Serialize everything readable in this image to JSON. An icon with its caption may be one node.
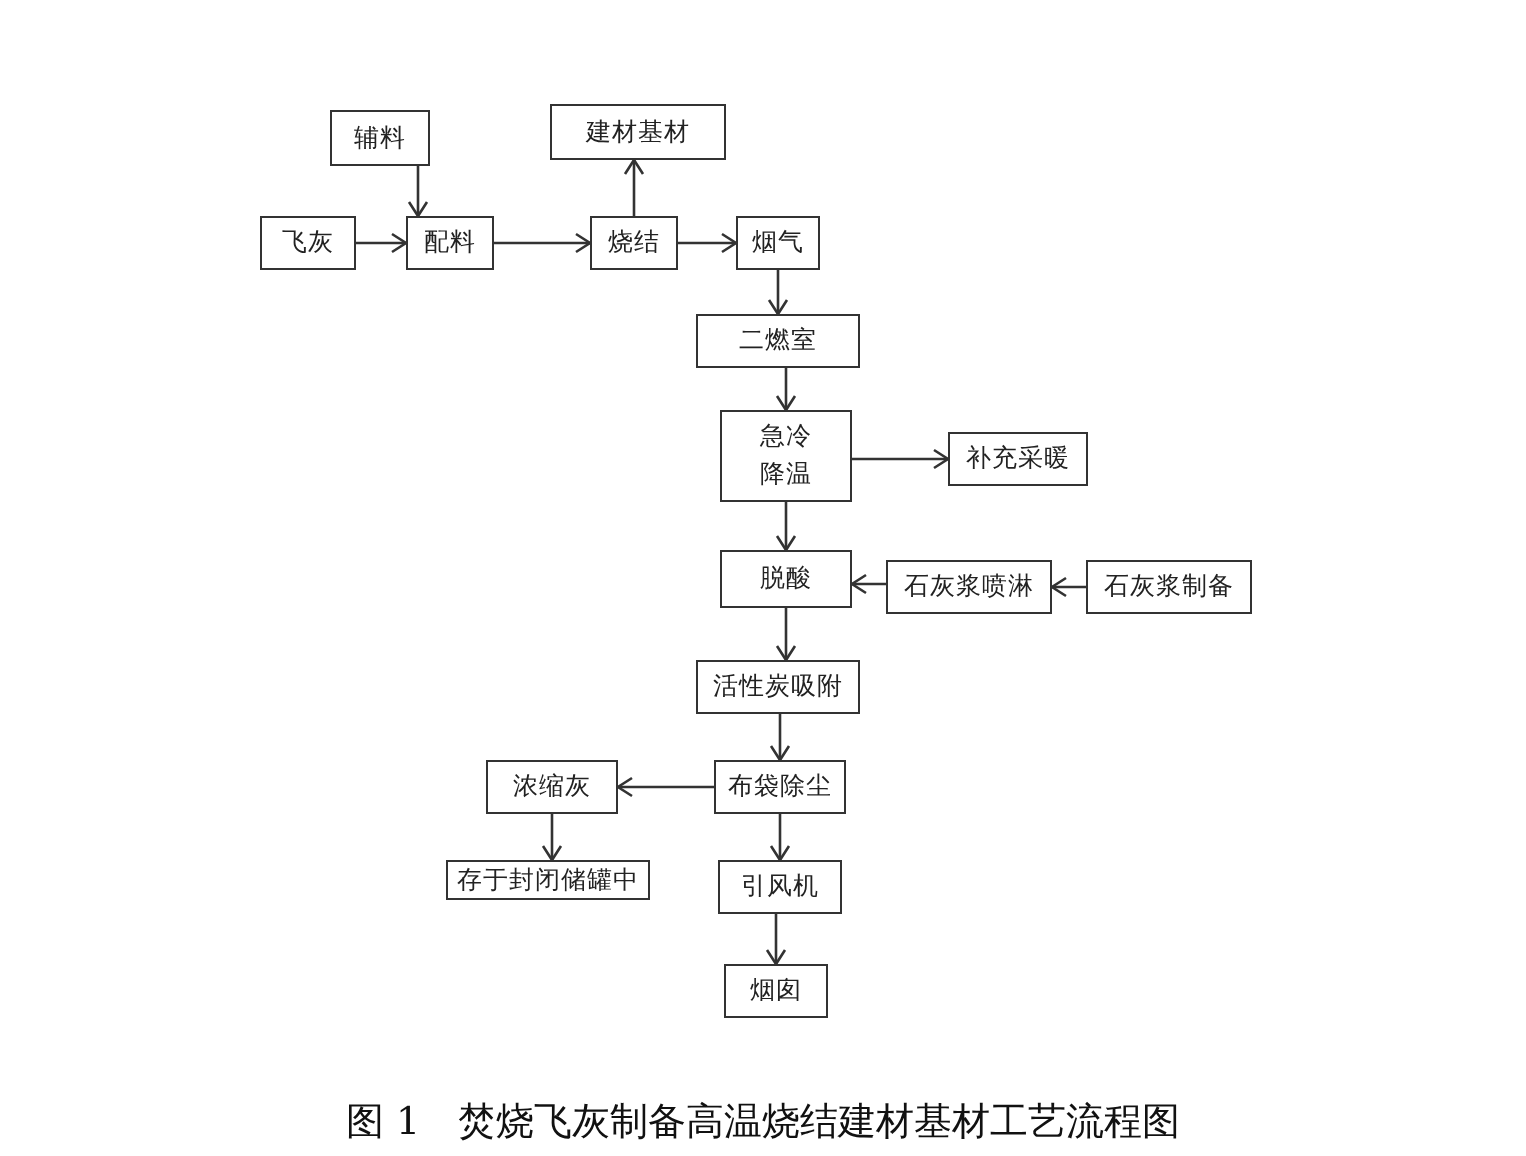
{
  "diagram": {
    "caption": "图 1　焚烧飞灰制备高温烧结建材基材工艺流程图",
    "nodes": [
      {
        "text": [
          "辅料"
        ]
      },
      {
        "text": [
          "飞灰"
        ]
      },
      {
        "text": [
          "配料"
        ]
      },
      {
        "text": [
          "建材基材"
        ]
      },
      {
        "text": [
          "烧结"
        ]
      },
      {
        "text": [
          "烟气"
        ]
      },
      {
        "text": [
          "二燃室"
        ]
      },
      {
        "text": [
          "急冷降温"
        ]
      },
      {
        "text": [
          "补充采暖"
        ]
      },
      {
        "text": [
          "脱酸"
        ]
      },
      {
        "text": [
          "石灰浆喷淋"
        ]
      },
      {
        "text": [
          "石灰浆制备"
        ]
      },
      {
        "text": [
          "活性炭吸附"
        ]
      },
      {
        "text": [
          "布袋除尘"
        ]
      },
      {
        "text": [
          "浓缩灰"
        ]
      },
      {
        "text": [
          "存于封闭储罐中"
        ]
      },
      {
        "text": [
          "引风机"
        ]
      },
      {
        "text": [
          "烟囱"
        ]
      }
    ],
    "edges": [
      {
        "from": 0,
        "to": 2,
        "arrow": "to"
      },
      {
        "from": 1,
        "to": 2,
        "arrow": "to"
      },
      {
        "from": 2,
        "to": 4,
        "arrow": "to"
      },
      {
        "from": 4,
        "to": 3,
        "arrow": "to"
      },
      {
        "from": 4,
        "to": 5,
        "arrow": "to"
      },
      {
        "from": 5,
        "to": 6,
        "arrow": "to"
      },
      {
        "from": 6,
        "to": 7,
        "arrow": "to"
      },
      {
        "from": 7,
        "to": 8,
        "arrow": "to"
      },
      {
        "from": 7,
        "to": 9,
        "arrow": "to"
      },
      {
        "from": 10,
        "to": 9,
        "arrow": "to"
      },
      {
        "from": 11,
        "to": 10,
        "arrow": "to"
      },
      {
        "from": 9,
        "to": 12,
        "arrow": "to"
      },
      {
        "from": 12,
        "to": 13,
        "arrow": "to"
      },
      {
        "from": 13,
        "to": 14,
        "arrow": "to"
      },
      {
        "from": 14,
        "to": 15,
        "arrow": "to"
      },
      {
        "from": 13,
        "to": 16,
        "arrow": "to"
      },
      {
        "from": 16,
        "to": 17,
        "arrow": "to"
      }
    ]
  }
}
